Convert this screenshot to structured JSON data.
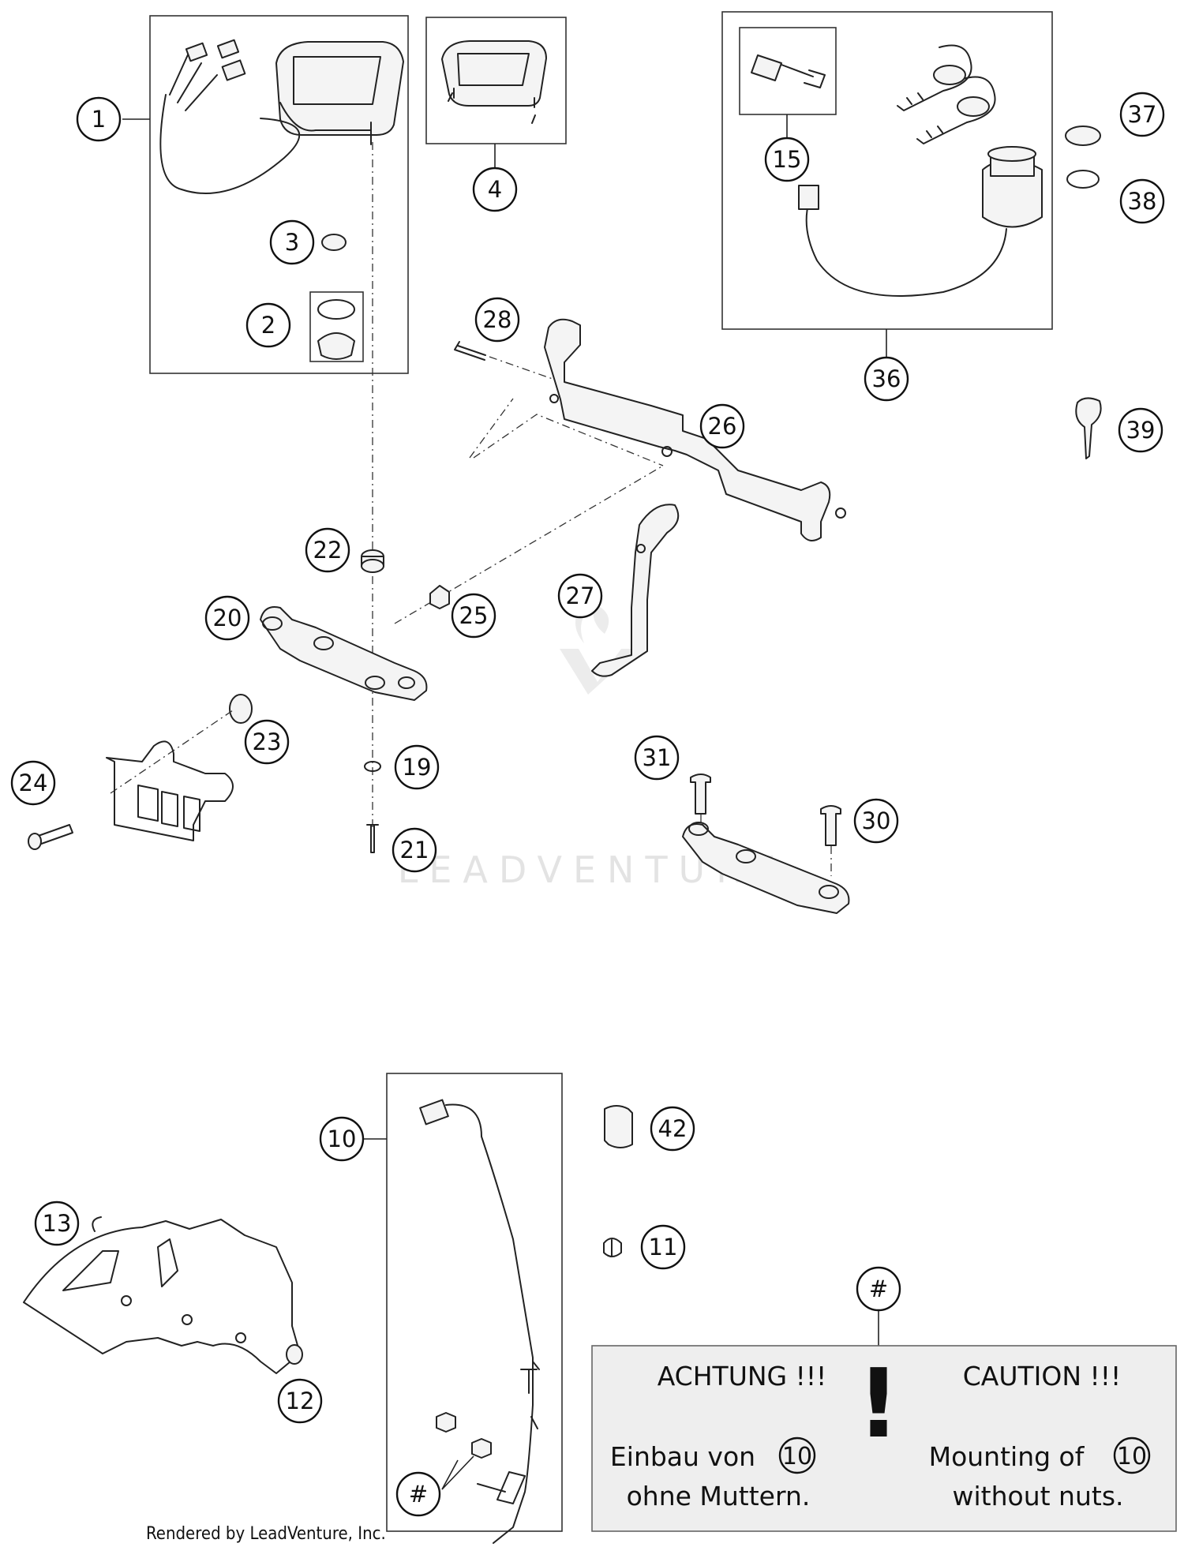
{
  "callouts": [
    "1",
    "2",
    "3",
    "4",
    "15",
    "36",
    "37",
    "38",
    "39",
    "28",
    "26",
    "27",
    "22",
    "25",
    "20",
    "23",
    "24",
    "19",
    "21",
    "31",
    "30",
    "10",
    "42",
    "11",
    "13",
    "12",
    "#"
  ],
  "caution_note": {
    "german_title": "ACHTUNG !!!",
    "german_line1_prefix": "Einbau von",
    "german_ref": "10",
    "german_line2": "ohne Muttern.",
    "english_title": "CAUTION !!!",
    "english_line1_prefix": "Mounting of",
    "english_ref": "10",
    "english_line2": "without nuts.",
    "exclamation": "!"
  },
  "watermark": "LEADVENTURE",
  "footer": "Rendered by LeadVenture, Inc."
}
